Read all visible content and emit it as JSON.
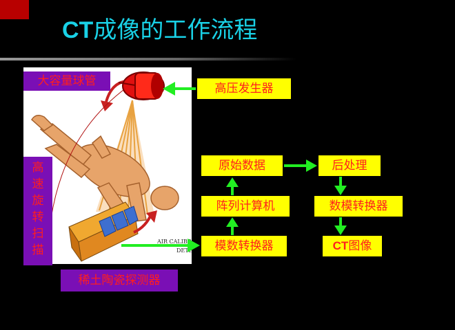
{
  "title": {
    "prefix": "CT",
    "rest": "成像的工作流程"
  },
  "labels": {
    "tube": "大容量球管",
    "generator": "高压发生器",
    "raw_data": "原始数据",
    "post_processing": "后处理",
    "array_computer": "阵列计算机",
    "dac": "数模转换器",
    "adc": "模数转换器",
    "ct_image_prefix": "CT",
    "ct_image_rest": "图像",
    "detector": "稀土陶瓷探测器",
    "scan_chars": [
      "高",
      "速",
      "旋",
      "转",
      "扫",
      "描"
    ]
  },
  "illustration_text": {
    "line1": "AIR CALIBR",
    "line2": "DETE"
  },
  "colors": {
    "background": "#000000",
    "title": "#19d1e6",
    "label_text": "#ff1e1e",
    "yellow_box": "#ffff00",
    "purple_box": "#7a0fb5",
    "arrow": "#22ee22",
    "corner": "#b80000"
  }
}
